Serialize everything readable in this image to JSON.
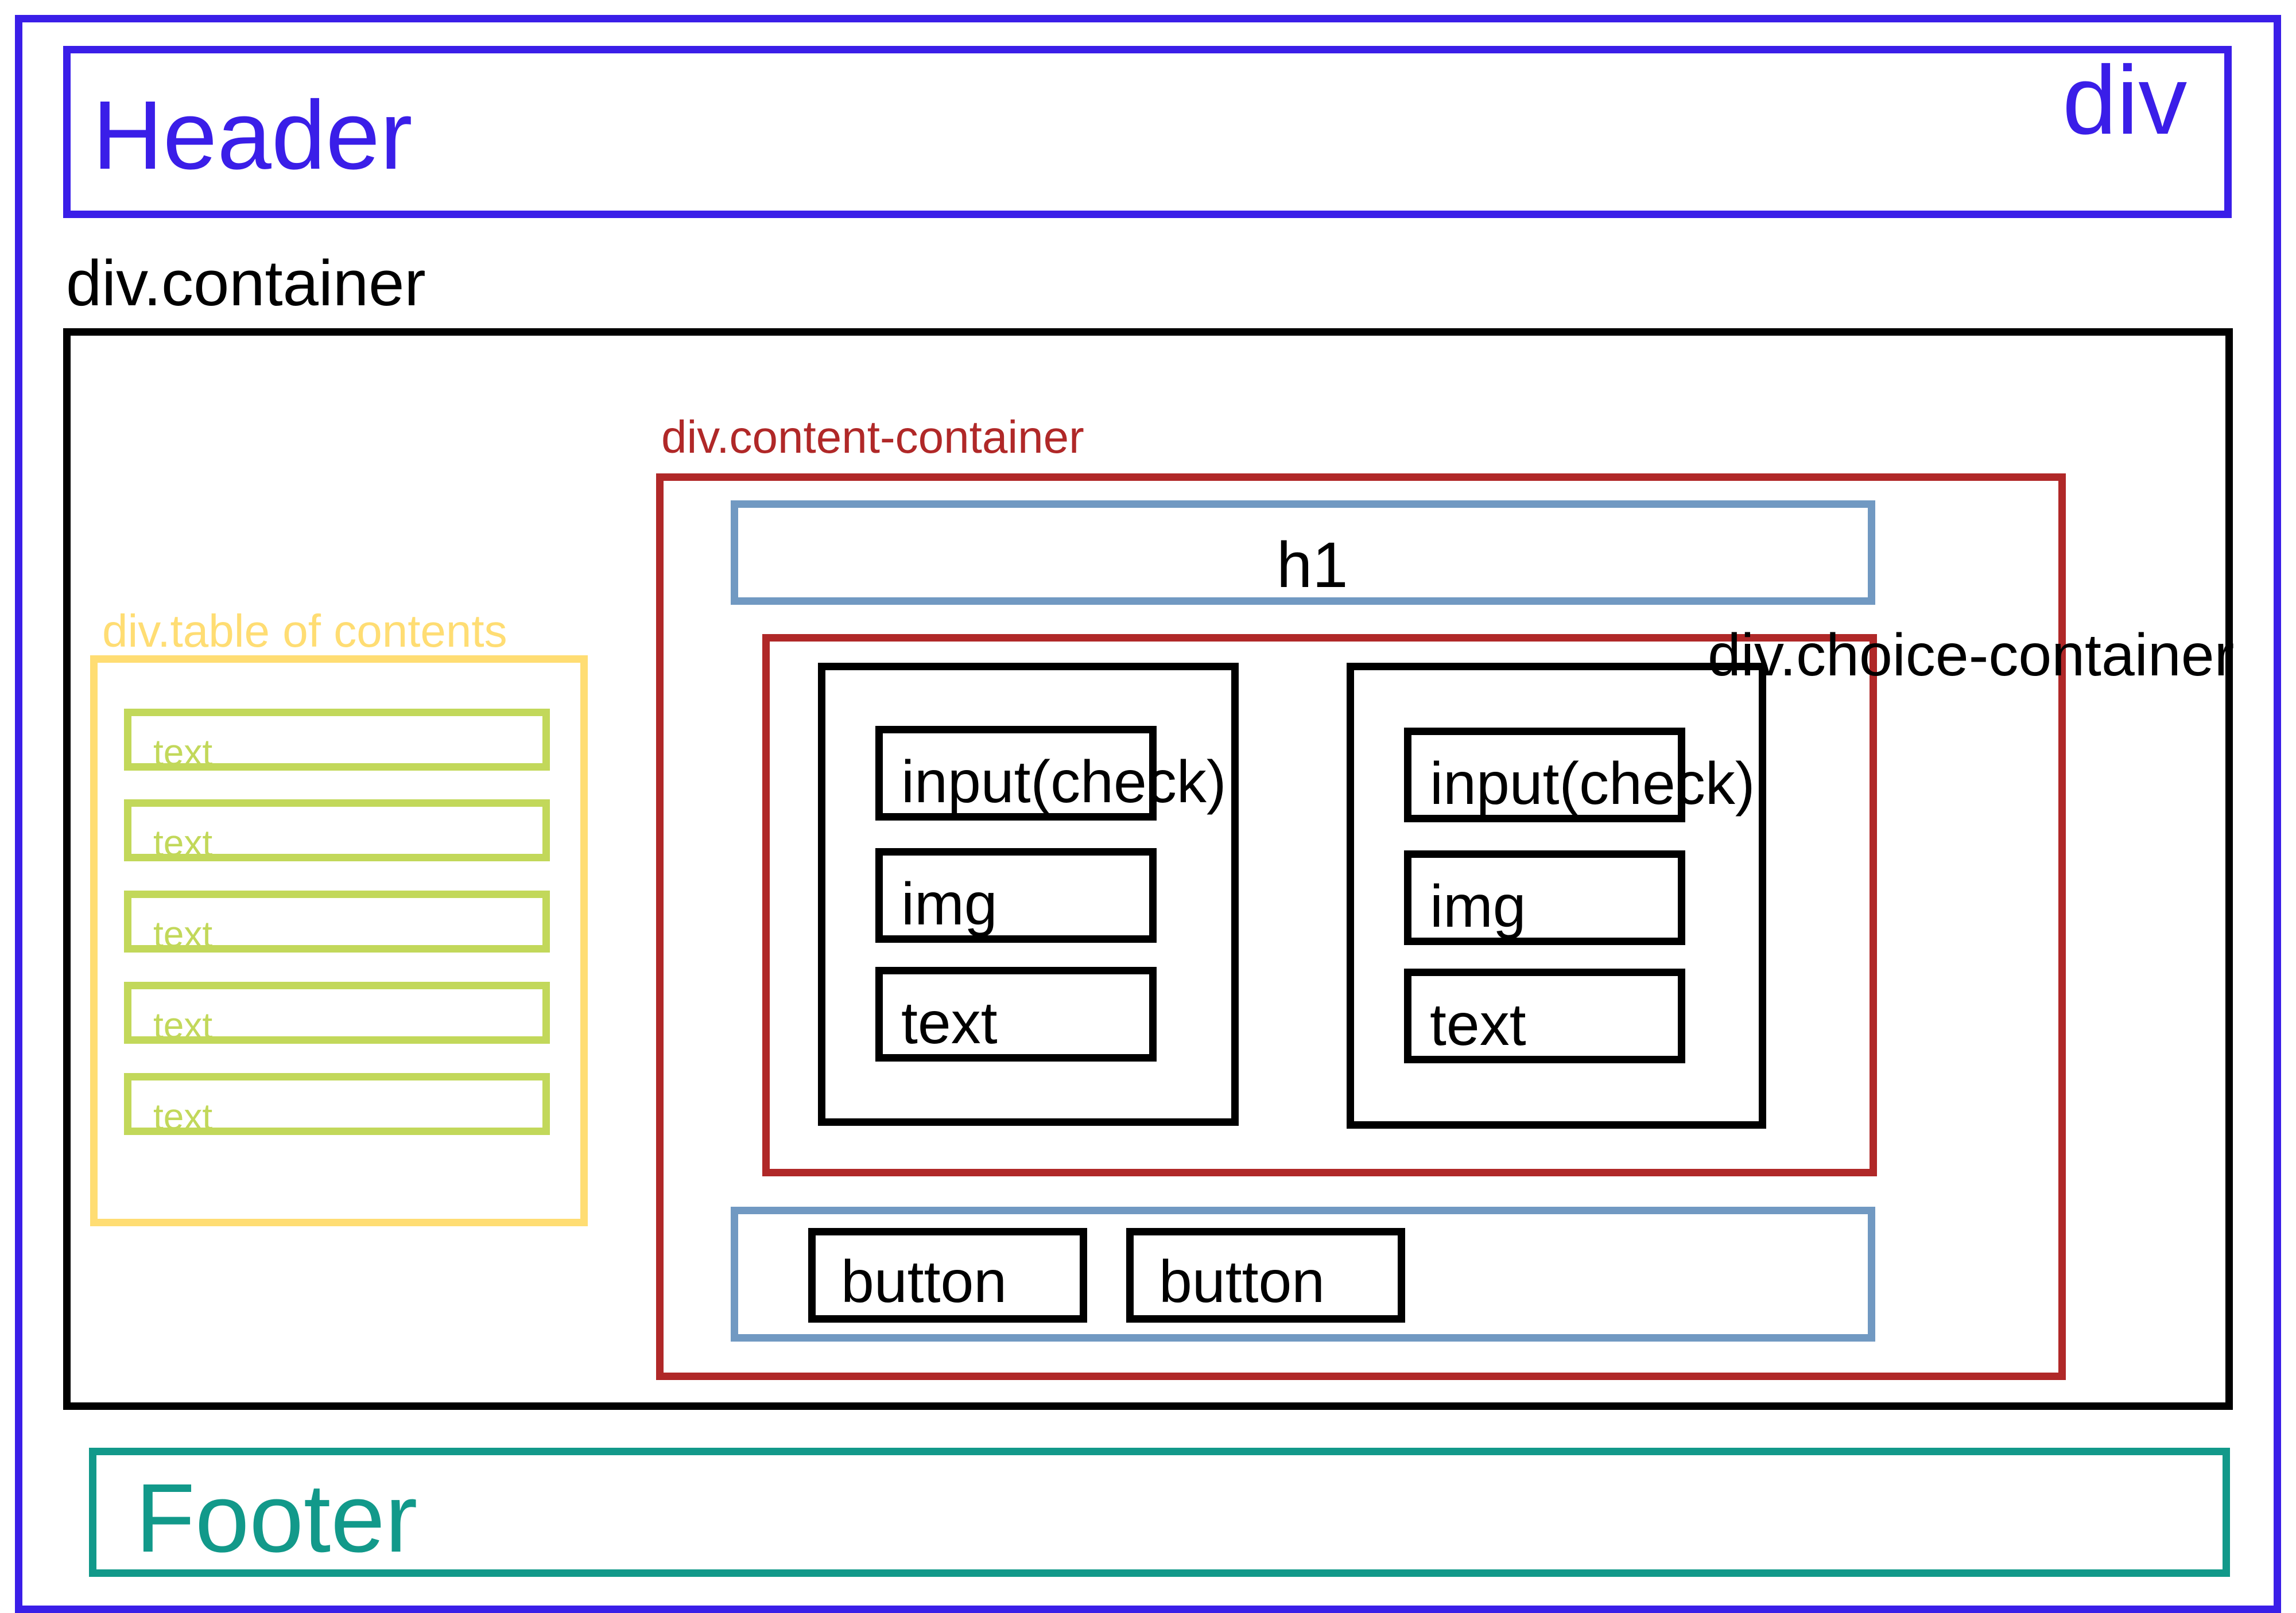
{
  "diagram": {
    "outer": {
      "label": "div"
    },
    "header": {
      "label": "Header"
    },
    "container": {
      "label": "div.container"
    },
    "toc": {
      "label": "div.table of contents",
      "items": [
        "text",
        "text",
        "text",
        "text",
        "text"
      ]
    },
    "content": {
      "label": "div.content-container",
      "h1": "h1",
      "choice": {
        "label": "div.choice-container",
        "cards": [
          {
            "input": "input(check)",
            "img": "img",
            "text": "text"
          },
          {
            "input": "input(check)",
            "img": "img",
            "text": "text"
          }
        ]
      },
      "buttons": [
        "button",
        "button"
      ]
    },
    "footer": {
      "label": "Footer"
    }
  },
  "colors": {
    "outer": "#3a1ee8",
    "container": "#000000",
    "content": "#b02828",
    "h1_and_button_bar": "#7199c2",
    "toc": "#ffdd73",
    "toc_items": "#c2d85a",
    "footer": "#12998a"
  }
}
